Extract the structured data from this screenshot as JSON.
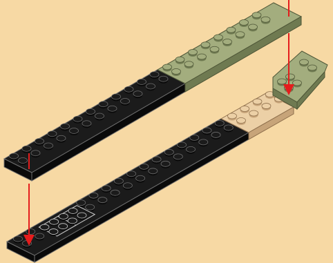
{
  "colors": {
    "background": "#f7d9a4",
    "black_plate": "#1b1b1b",
    "black_plate_side": "#0a0a0a",
    "black_edge": "#6e6e6e",
    "green_plate": "#a3ad7e",
    "green_plate_side": "#6f7a51",
    "green_edge": "#4d5536",
    "tan_plate": "#ecd0a6",
    "tan_plate_side": "#c7a479",
    "tan_edge": "#8d6e4b",
    "arrow": "#e51c1c"
  },
  "parts": {
    "upper_beam": "black-plate-with-green-extension",
    "lower_beam": "black-plate-with-tan-and-green-end",
    "wedge": "green-wedge-plate",
    "small_plates": "black-2x2-plates"
  },
  "arrows": [
    {
      "name": "arrow-top-right",
      "target": "wedge-plate"
    },
    {
      "name": "arrow-left",
      "target": "lower-beam"
    }
  ]
}
